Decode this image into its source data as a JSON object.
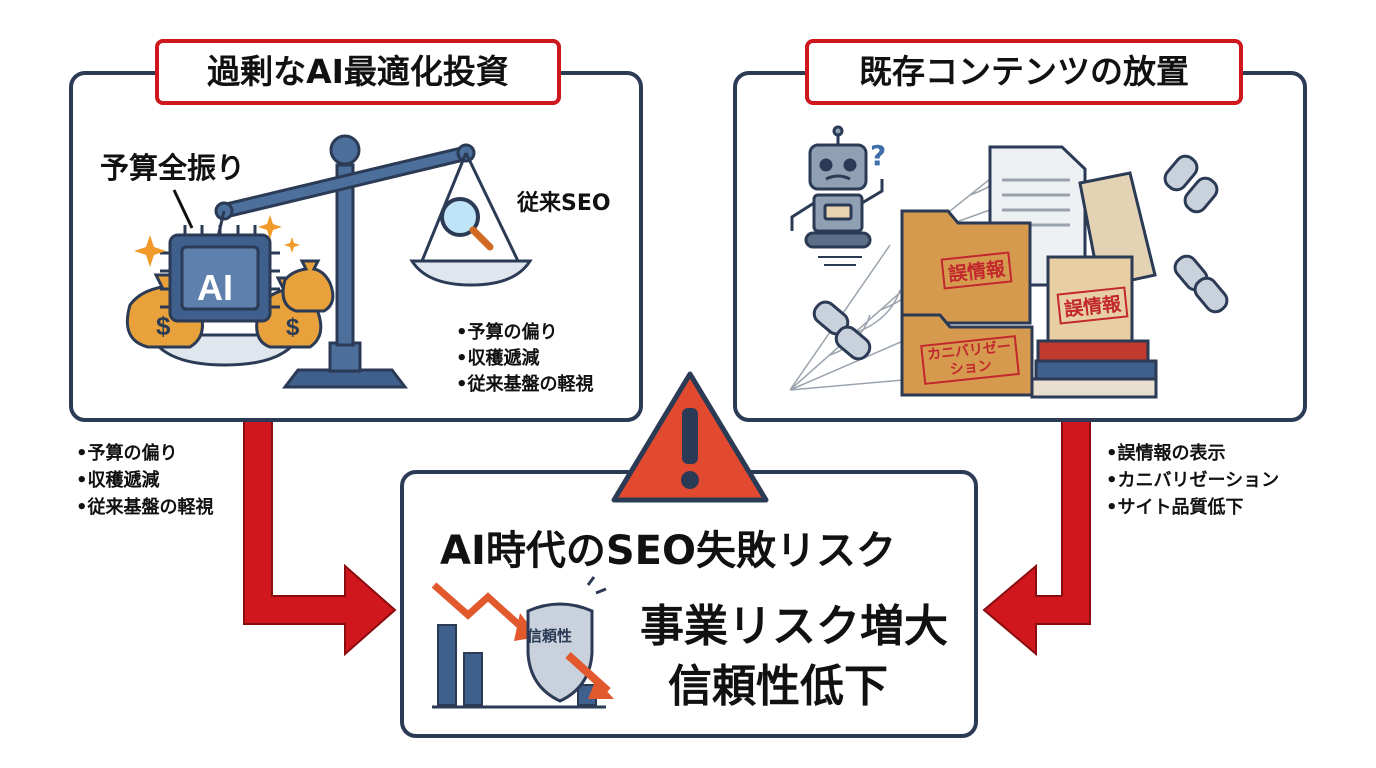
{
  "colors": {
    "navy": "#2b3a55",
    "red": "#d0171e",
    "orange": "#e9a23b",
    "warning_fill": "#e24a2f"
  },
  "left_panel": {
    "title": "過剰なAI最適化投資",
    "callout": "予算全振り",
    "chip_label": "AI",
    "pan_label": "従来SEO",
    "bullets": [
      "•予算の偏り",
      "•収穫遞減",
      "•従来基盤の軽視"
    ]
  },
  "right_panel": {
    "title": "既存コンテンツの放置",
    "folder_stamp_1": "誤情報",
    "folder_stamp_2": "誤情報",
    "folder_stamp_3": "カニバリゼー\nション"
  },
  "left_arrow_bullets": [
    "•予算の偏り",
    "•収穫遞減",
    "•従来基盤の軽視"
  ],
  "right_arrow_bullets": [
    "•誤情報の表示",
    "•カニバリゼーション",
    "•サイト品質低下"
  ],
  "center": {
    "title": "AI時代のSEO失敗リスク",
    "shield_label": "信頼性",
    "result_line_1": "事業リスク増大",
    "result_line_2": "信頼性低下"
  }
}
